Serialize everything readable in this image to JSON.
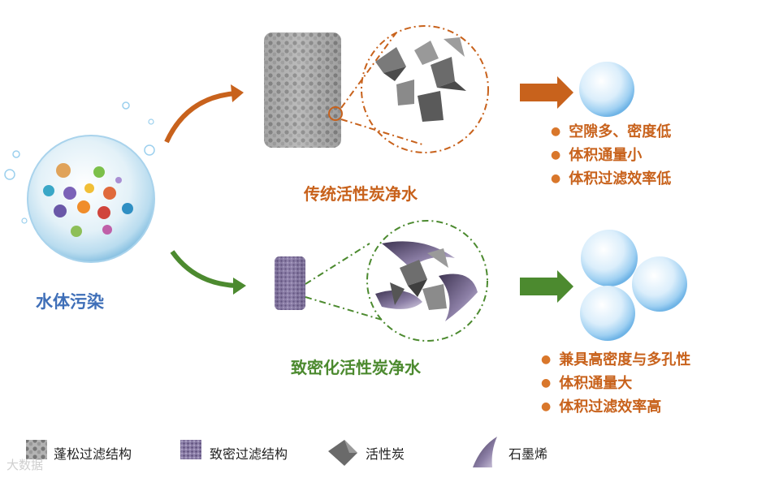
{
  "polluted_water_label": "水体污染",
  "traditional": {
    "title": "传统活性炭净水",
    "bullets": [
      "空隙多、密度低",
      "体积通量小",
      "体积过滤效率低"
    ]
  },
  "densified": {
    "title": "致密化活性炭净水",
    "bullets": [
      "兼具高密度与多孔性",
      "体积通量大",
      "体积过滤效率高"
    ]
  },
  "legend": {
    "loose": "蓬松过滤结构",
    "dense": "致密过滤结构",
    "carbon": "活性炭",
    "graphene": "石墨烯"
  },
  "watermark": "大数据",
  "colors": {
    "orange": "#c8621c",
    "green": "#4c8a2f",
    "blue": "#3f6fb8"
  }
}
